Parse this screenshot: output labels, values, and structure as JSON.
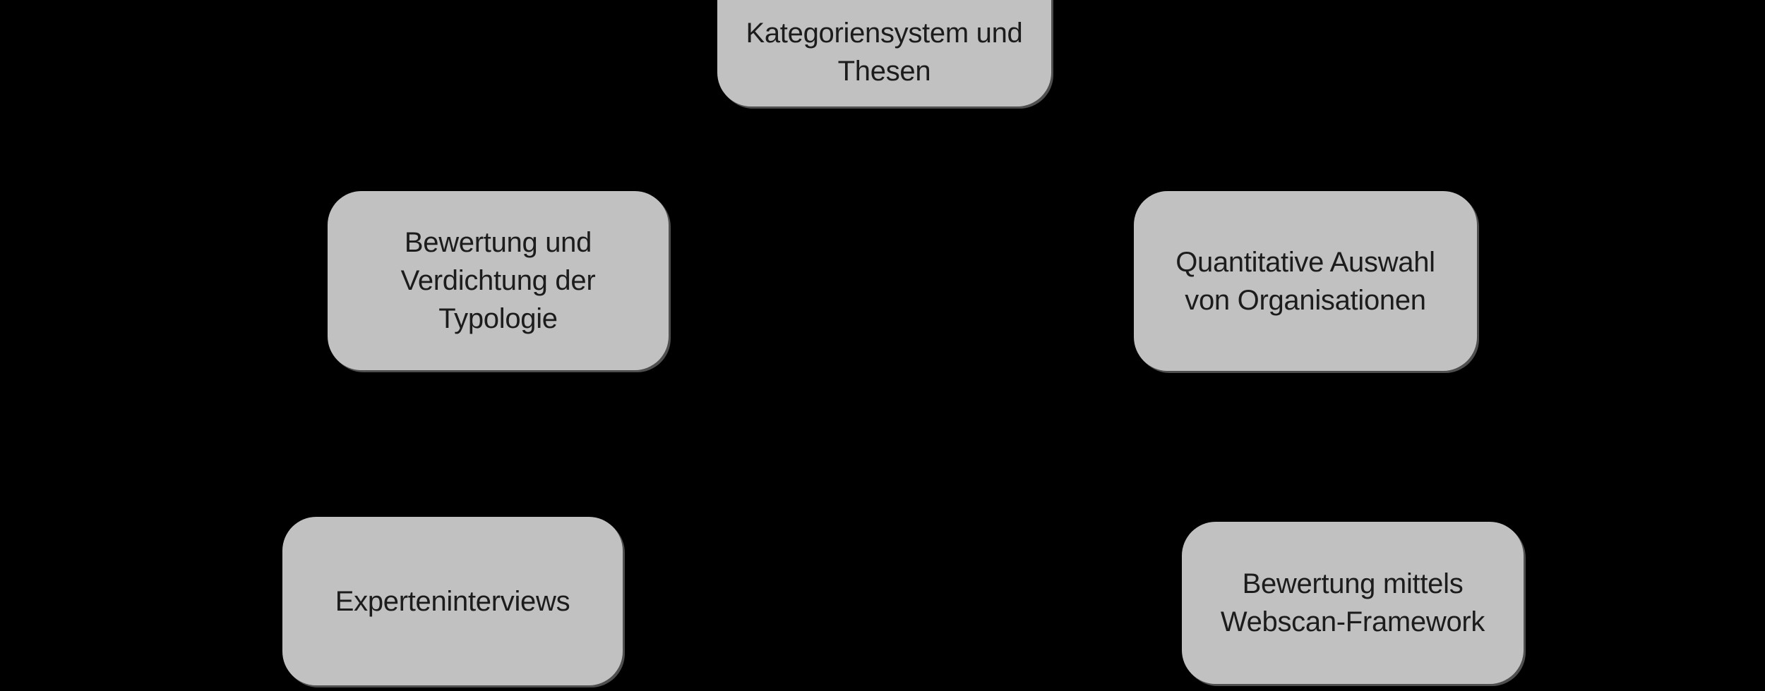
{
  "diagram": {
    "type": "process-diagram",
    "background_color": "#000000",
    "node_fill_color": "#c1c1c1",
    "node_text_color": "#1c1c1c",
    "node_shadow_color": "#4f4f4f",
    "nodes": [
      {
        "id": "kategoriensystem-thesen",
        "label": "Kategoriensystem und\nThesen"
      },
      {
        "id": "bewertung-verdichtung-typologie",
        "label": "Bewertung und\nVerdichtung der\nTypologie"
      },
      {
        "id": "quantitative-auswahl-organisationen",
        "label": "Quantitative Auswahl\nvon Organisationen"
      },
      {
        "id": "experteninterviews",
        "label": "Experteninterviews"
      },
      {
        "id": "bewertung-webscan-framework",
        "label": "Bewertung mittels\nWebscan-Framework"
      }
    ]
  }
}
